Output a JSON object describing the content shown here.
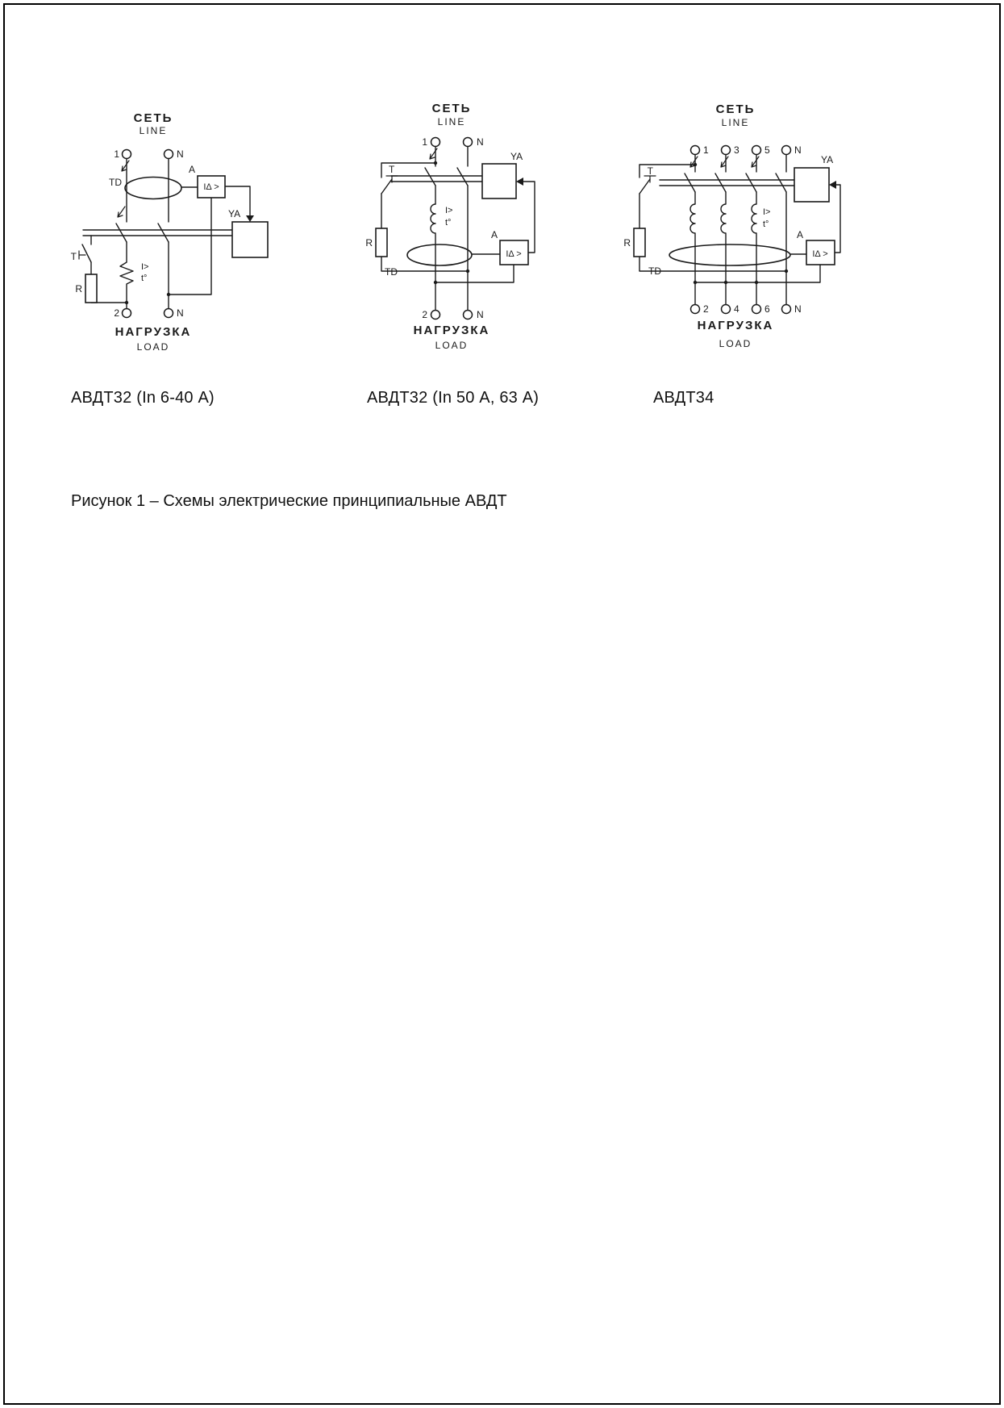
{
  "page": {
    "caption": "Рисунок 1 – Схемы электрические принципиальные АВДТ",
    "ink_color": "#1a1a1a",
    "background_color": "#ffffff"
  },
  "labels": {
    "net": "СЕТЬ",
    "line": "LINE",
    "load_ru": "НАГРУЗКА",
    "load_en": "LOAD",
    "td": "TD",
    "amplifier": "A",
    "trip_coil": "YA",
    "test_button": "T",
    "resistor": "R",
    "diff_current": "IΔ >",
    "overcurrent": "I>",
    "thermal": "t°"
  },
  "diagram1": {
    "caption": "АВДТ32 (In 6-40 А)",
    "terminals": {
      "in1": "1",
      "inN": "N",
      "out2": "2",
      "outN": "N"
    }
  },
  "diagram2": {
    "caption": "АВДТ32 (In 50 А, 63 А)",
    "terminals": {
      "in1": "1",
      "inN": "N",
      "out2": "2",
      "outN": "N"
    }
  },
  "diagram3": {
    "caption": "АВДТ34",
    "terminals": {
      "in1": "1",
      "in3": "3",
      "in5": "5",
      "inN": "N",
      "out2": "2",
      "out4": "4",
      "out6": "6",
      "outN": "N"
    }
  }
}
